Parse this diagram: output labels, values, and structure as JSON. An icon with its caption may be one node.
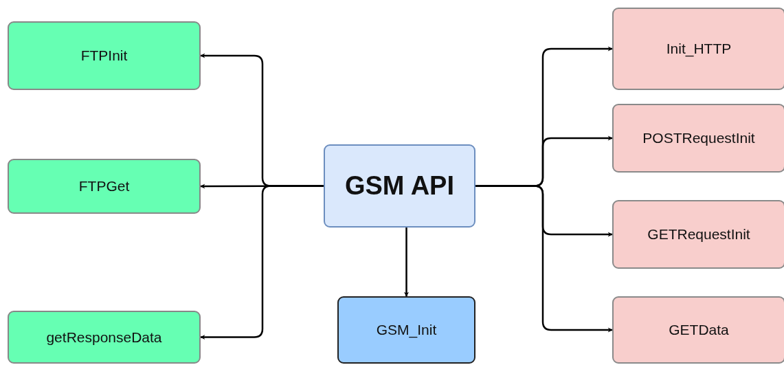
{
  "diagram": {
    "nodes": [
      {
        "text": [
          "FTPInit"
        ]
      },
      {
        "text": [
          "Init_HTTP"
        ]
      },
      {
        "text": [
          "POSTRequestInit"
        ]
      },
      {
        "text": [
          "FTPGet"
        ]
      },
      {
        "text": [
          "GSM API"
        ]
      },
      {
        "text": [
          "GETRequestInit"
        ]
      },
      {
        "text": [
          "getResponseData"
        ]
      },
      {
        "text": [
          "GSM_Init"
        ]
      },
      {
        "text": [
          "GETData"
        ]
      }
    ],
    "edges": [
      {
        "from": 4,
        "to": 0,
        "arrow": "to"
      },
      {
        "from": 4,
        "to": 3,
        "arrow": "to"
      },
      {
        "from": 4,
        "to": 6,
        "arrow": "to"
      },
      {
        "from": 4,
        "to": 1,
        "arrow": "to"
      },
      {
        "from": 4,
        "to": 2,
        "arrow": "to"
      },
      {
        "from": 4,
        "to": 5,
        "arrow": "to"
      },
      {
        "from": 4,
        "to": 8,
        "arrow": "to"
      },
      {
        "from": 4,
        "to": 7,
        "arrow": "to"
      }
    ]
  }
}
